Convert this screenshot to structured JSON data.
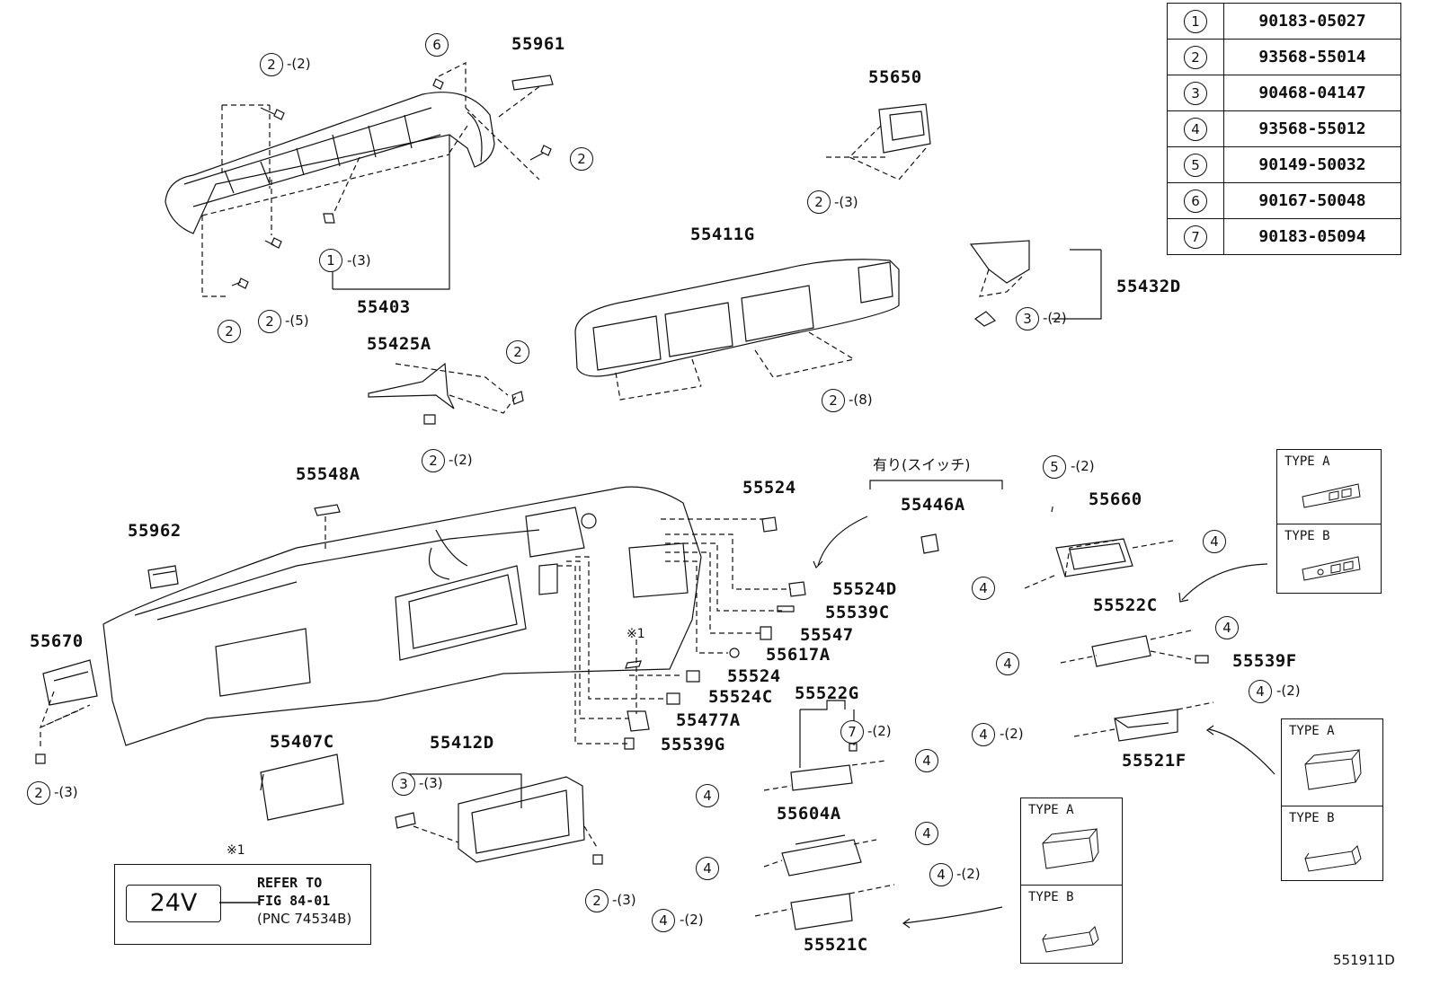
{
  "legend": [
    {
      "key": "1",
      "part": "90183-05027"
    },
    {
      "key": "2",
      "part": "93568-55014"
    },
    {
      "key": "3",
      "part": "90468-04147"
    },
    {
      "key": "4",
      "part": "93568-55012"
    },
    {
      "key": "5",
      "part": "90149-50032"
    },
    {
      "key": "6",
      "part": "90167-50048"
    },
    {
      "key": "7",
      "part": "90183-05094"
    }
  ],
  "parts": {
    "p55961": "55961",
    "p55650": "55650",
    "p55411G": "55411G",
    "p55403": "55403",
    "p55425A": "55425A",
    "p55432D": "55432D",
    "p55548A": "55548A",
    "p55524a": "55524",
    "p55446A": "55446A",
    "p55962": "55962",
    "p55660": "55660",
    "p55524D": "55524D",
    "p55539C": "55539C",
    "p55547": "55547",
    "p55617A": "55617A",
    "p55670": "55670",
    "p55522C": "55522C",
    "p55539F": "55539F",
    "p55524b": "55524",
    "p55524C": "55524C",
    "p55477A": "55477A",
    "p55522G": "55522G",
    "p55539G": "55539G",
    "p55407C": "55407C",
    "p55412D": "55412D",
    "p55521F": "55521F",
    "p55604A": "55604A",
    "p55521C": "55521C"
  },
  "fasteners": {
    "f2_2_top": {
      "n": "2",
      "q": "-(2)"
    },
    "f6_top": {
      "n": "6",
      "q": ""
    },
    "f2_right": {
      "n": "2",
      "q": ""
    },
    "f1_3": {
      "n": "1",
      "q": "-(3)"
    },
    "f2_left": {
      "n": "2",
      "q": ""
    },
    "f2_5": {
      "n": "2",
      "q": "-(5)"
    },
    "f2_3_55650": {
      "n": "2",
      "q": "-(3)"
    },
    "f3_2": {
      "n": "3",
      "q": "-(2)"
    },
    "f2_8": {
      "n": "2",
      "q": "-(8)"
    },
    "f2_425": {
      "n": "2",
      "q": ""
    },
    "f2_2_425": {
      "n": "2",
      "q": "-(2)"
    },
    "f5_2": {
      "n": "5",
      "q": "-(2)"
    },
    "f4_660r": {
      "n": "4",
      "q": ""
    },
    "f4_660l": {
      "n": "4",
      "q": ""
    },
    "f4_522r": {
      "n": "4",
      "q": ""
    },
    "f4_522l": {
      "n": "4",
      "q": ""
    },
    "f4_2_521r": {
      "n": "4",
      "q": "-(2)"
    },
    "f4_2_521l": {
      "n": "4",
      "q": "-(2)"
    },
    "f7_2": {
      "n": "7",
      "q": "-(2)"
    },
    "f4_522gr": {
      "n": "4",
      "q": ""
    },
    "f4_522gl": {
      "n": "4",
      "q": ""
    },
    "f4_604r": {
      "n": "4",
      "q": ""
    },
    "f4_604l": {
      "n": "4",
      "q": ""
    },
    "f4_2_521cr": {
      "n": "4",
      "q": "-(2)"
    },
    "f4_2_521cl": {
      "n": "4",
      "q": "-(2)"
    },
    "f3_3": {
      "n": "3",
      "q": "-(3)"
    },
    "f2_3_412": {
      "n": "2",
      "q": "-(3)"
    },
    "f2_3_670": {
      "n": "2",
      "q": "-(3)"
    }
  },
  "switch_note": "有り(スイッチ)",
  "ref_mark": "※1",
  "note_box": {
    "mark": "※1",
    "voltage": "24V",
    "refer_line1": "REFER TO",
    "refer_line2": "FIG 84-01",
    "pnc": "(PNC 74534B)"
  },
  "type_boxes": {
    "a": "TYPE A",
    "b": "TYPE B"
  },
  "figure_id": "551911D"
}
